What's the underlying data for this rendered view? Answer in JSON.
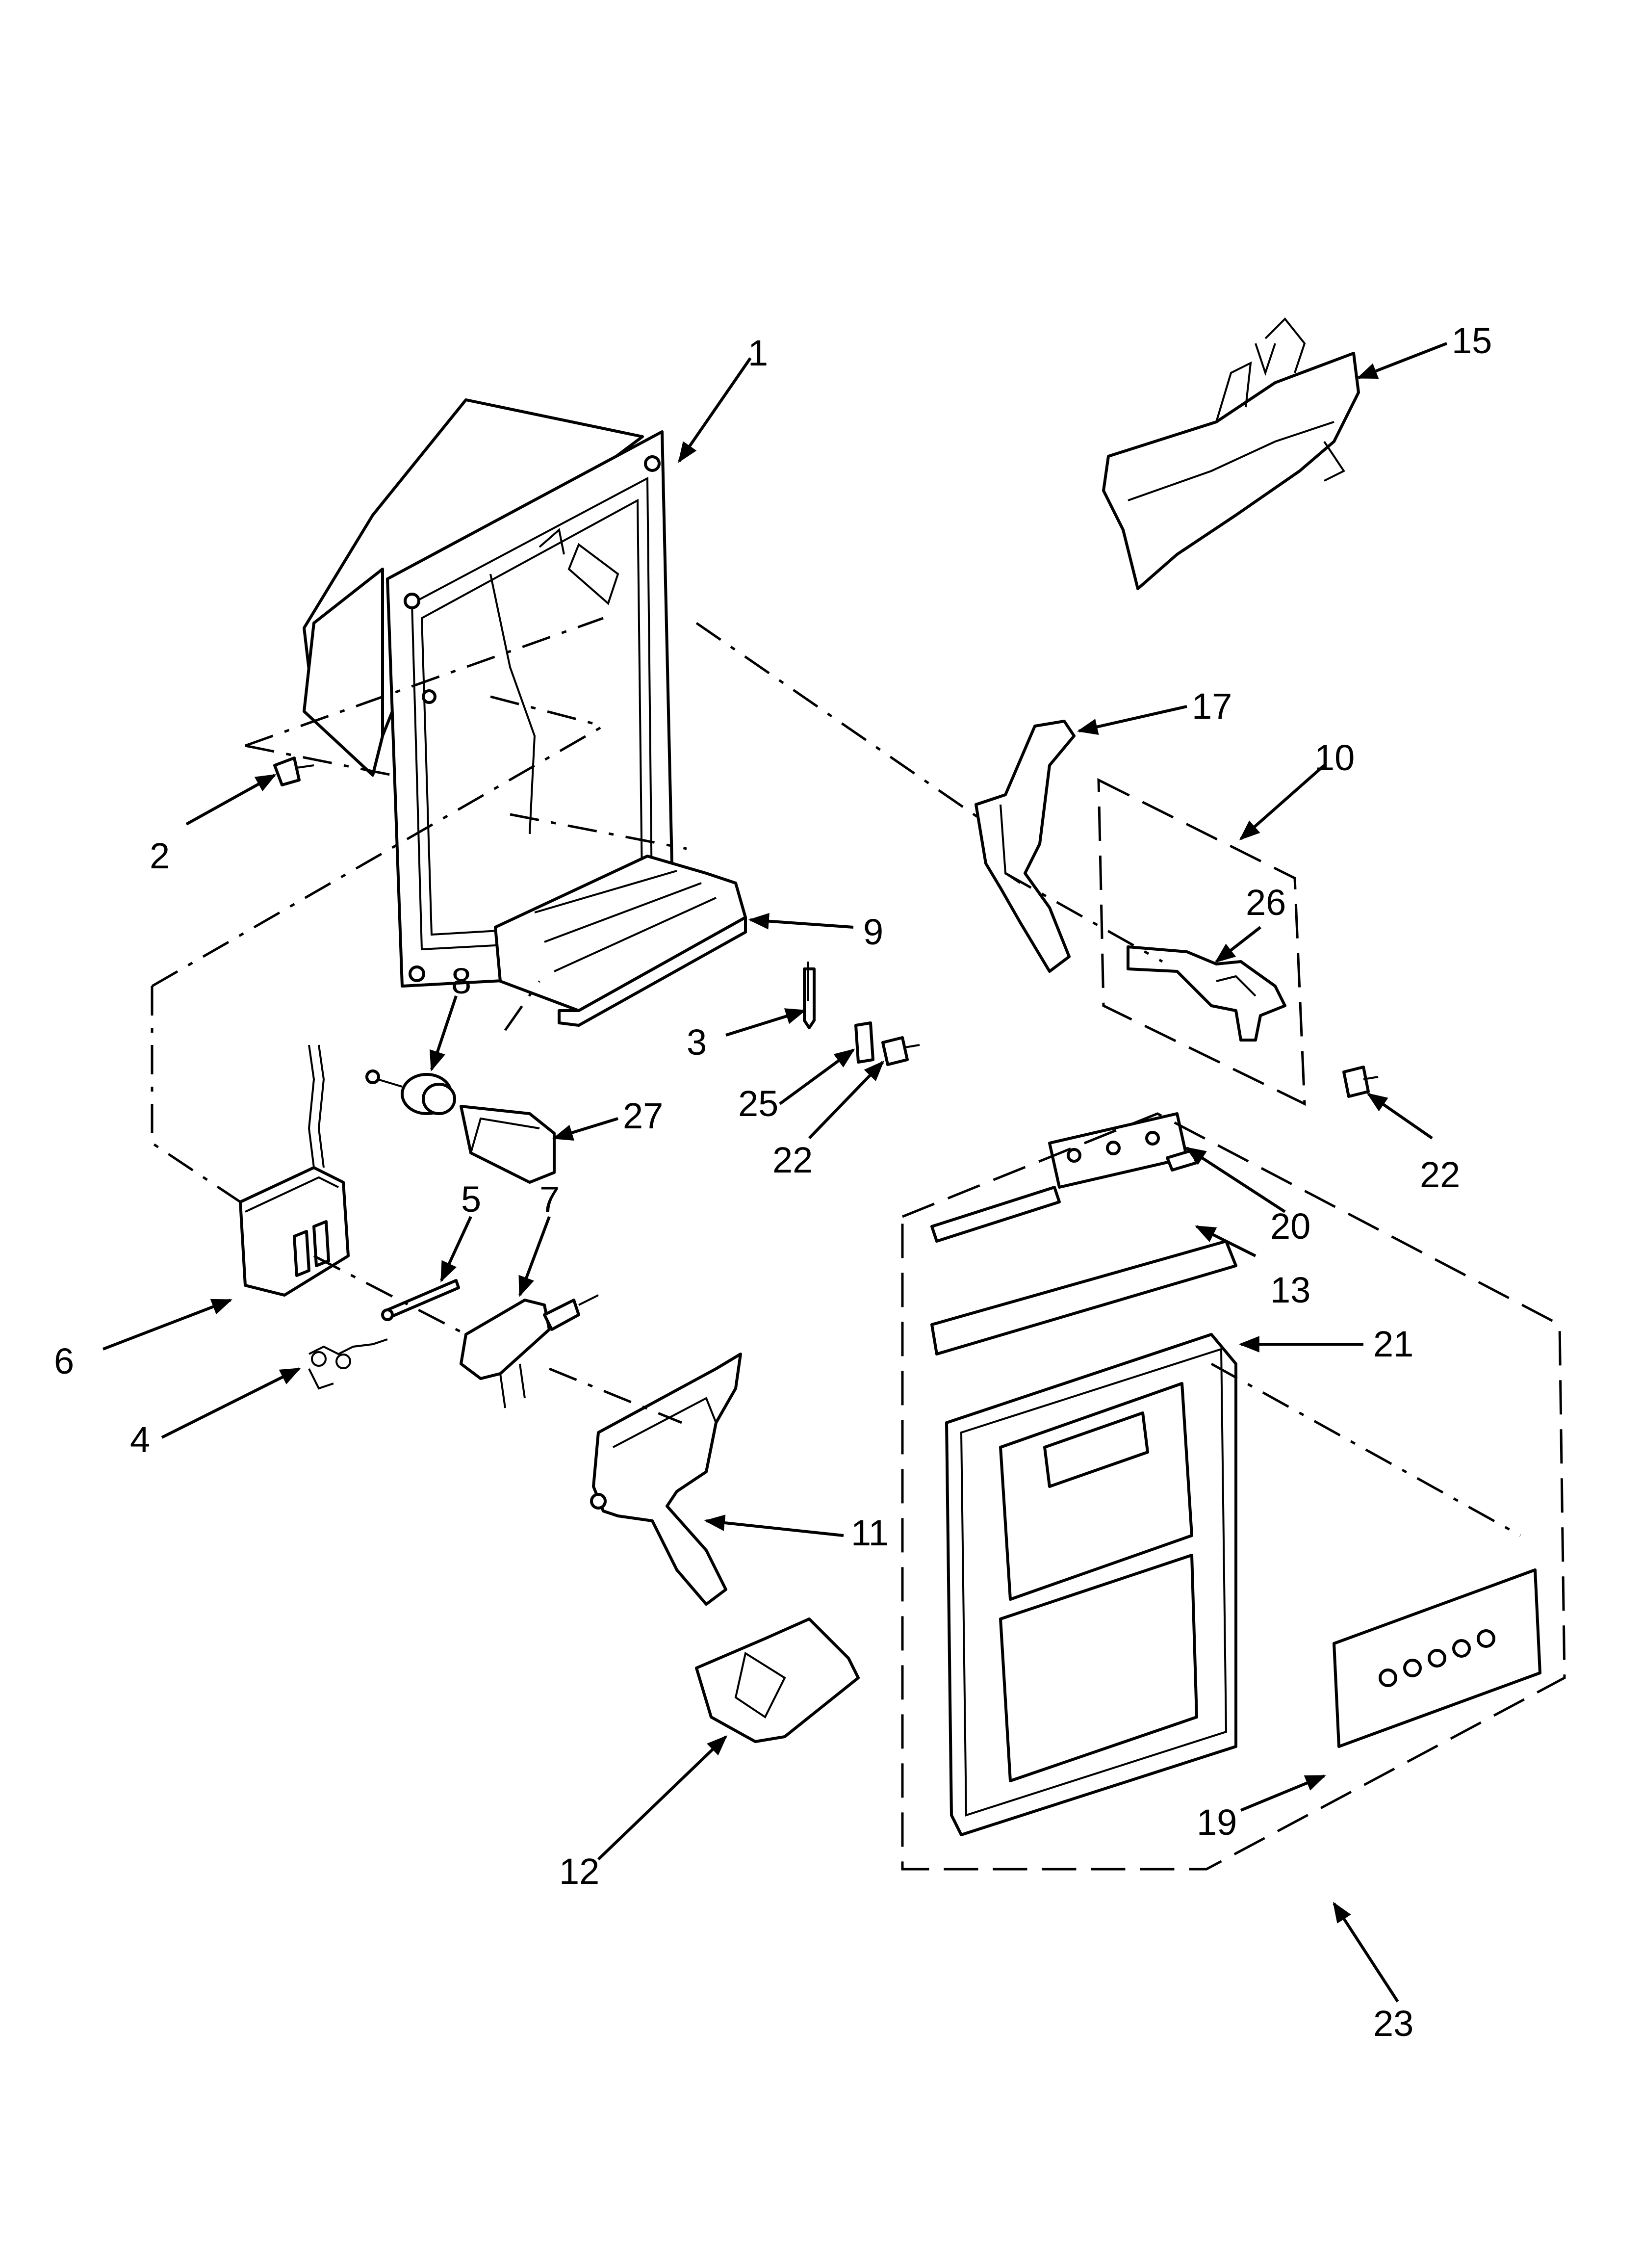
{
  "callouts": {
    "c1": "1",
    "c2": "2",
    "c3": "3",
    "c4": "4",
    "c5": "5",
    "c6": "6",
    "c7": "7",
    "c8": "8",
    "c9": "9",
    "c10": "10",
    "c11": "11",
    "c12": "12",
    "c13": "13",
    "c15": "15",
    "c17": "17",
    "c19": "19",
    "c20": "20",
    "c21": "21",
    "c22a": "22",
    "c22b": "22",
    "c23": "23",
    "c25": "25",
    "c26": "26",
    "c27": "27"
  },
  "colors": {
    "line": "#000000",
    "background": "#ffffff"
  }
}
